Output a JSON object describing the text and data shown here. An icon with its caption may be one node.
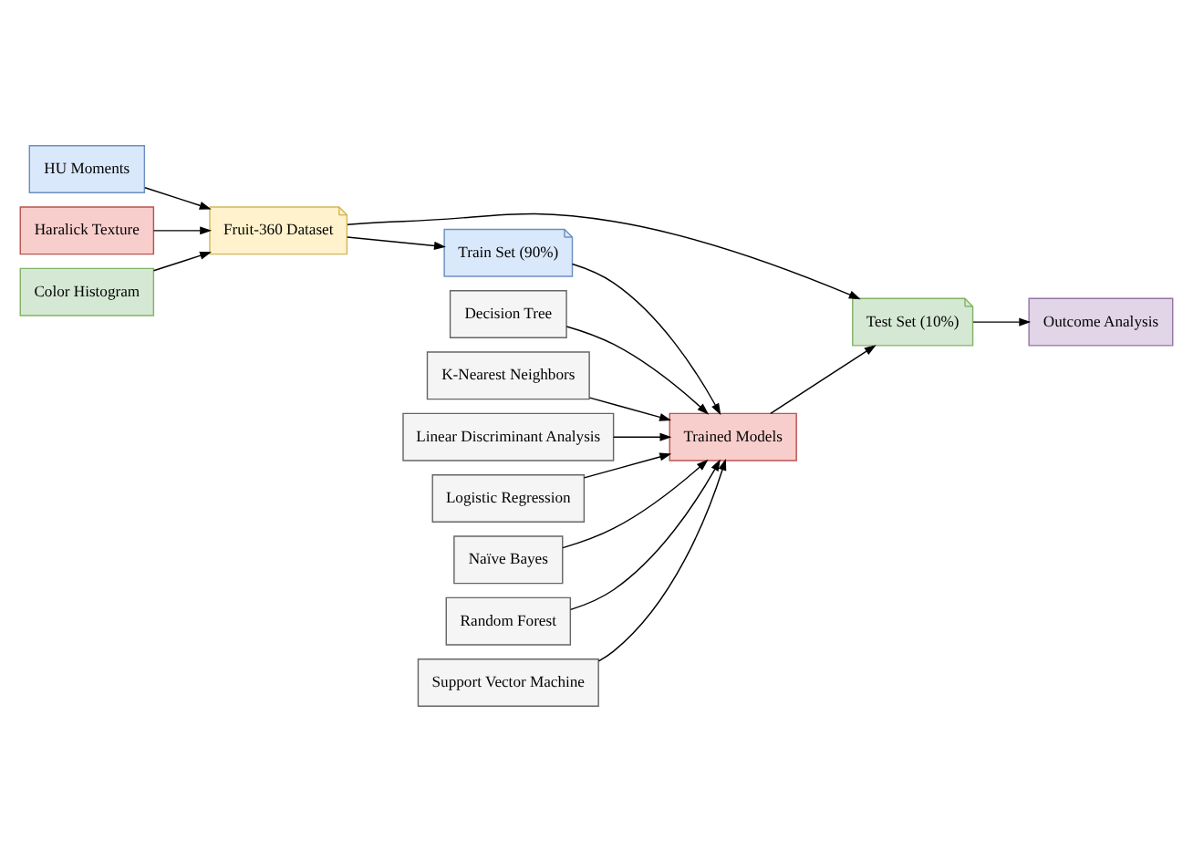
{
  "diagram": {
    "nodes": [
      {
        "text": [
          "HU Moments"
        ]
      },
      {
        "text": [
          "Haralick Texture"
        ]
      },
      {
        "text": [
          "Color Histogram"
        ]
      },
      {
        "text": [
          "Fruit-360 Dataset"
        ]
      },
      {
        "text": [
          "Decision Tree"
        ]
      },
      {
        "text": [
          "K-Nearest Neighbors"
        ]
      },
      {
        "text": [
          "Linear Discriminant Analysis"
        ]
      },
      {
        "text": [
          "Logistic Regression"
        ]
      },
      {
        "text": [
          "Naïve Bayes"
        ]
      },
      {
        "text": [
          "Random Forest"
        ]
      },
      {
        "text": [
          "Support Vector Machine"
        ]
      },
      {
        "text": [
          "Train Set (90%)"
        ]
      },
      {
        "text": [
          "Test Set (10%)"
        ]
      },
      {
        "text": [
          "Trained Models"
        ]
      },
      {
        "text": [
          "Outcome Analysis"
        ]
      }
    ],
    "edges": [
      {
        "from": 0,
        "to": 3,
        "arrow": "to"
      },
      {
        "from": 1,
        "to": 3,
        "arrow": "to"
      },
      {
        "from": 2,
        "to": 3,
        "arrow": "to"
      },
      {
        "from": 3,
        "to": 11,
        "arrow": "to"
      },
      {
        "from": 3,
        "to": 12,
        "arrow": "to"
      },
      {
        "from": 4,
        "to": 13,
        "arrow": "to"
      },
      {
        "from": 5,
        "to": 13,
        "arrow": "to"
      },
      {
        "from": 6,
        "to": 13,
        "arrow": "to"
      },
      {
        "from": 7,
        "to": 13,
        "arrow": "to"
      },
      {
        "from": 8,
        "to": 13,
        "arrow": "to"
      },
      {
        "from": 9,
        "to": 13,
        "arrow": "to"
      },
      {
        "from": 10,
        "to": 13,
        "arrow": "to"
      },
      {
        "from": 11,
        "to": 13,
        "arrow": "to"
      },
      {
        "from": 13,
        "to": 12,
        "arrow": "to"
      },
      {
        "from": 12,
        "to": 14,
        "arrow": "to"
      }
    ]
  }
}
